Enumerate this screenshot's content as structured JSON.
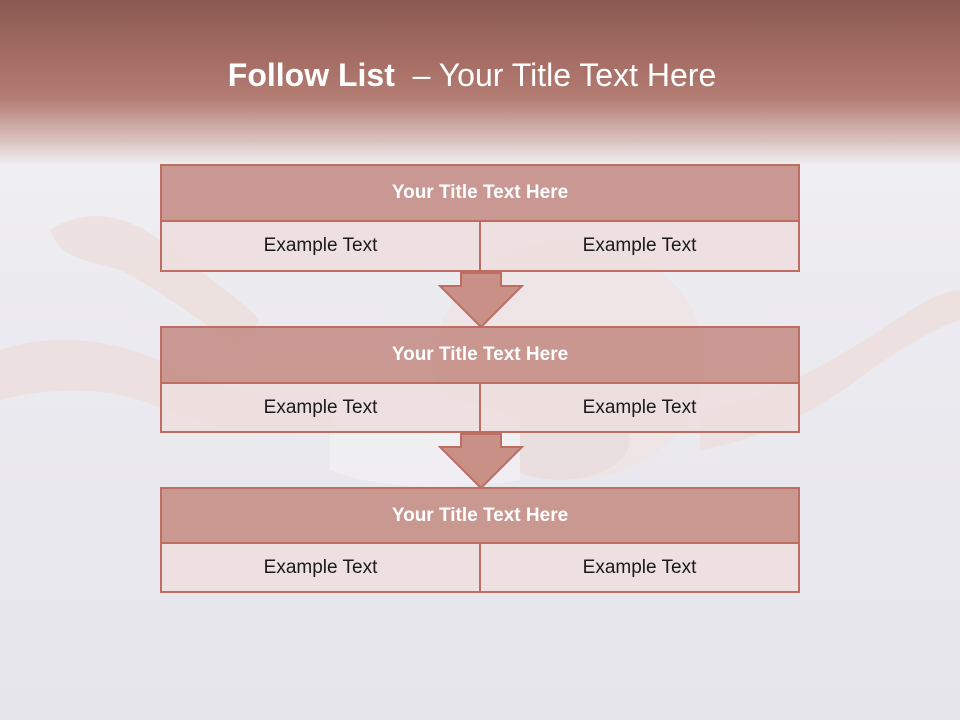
{
  "slide": {
    "title_bold": "Follow List",
    "title_rest": "  – Your Title Text Here",
    "steps": [
      {
        "title": "Your Title Text Here",
        "left": "Example Text",
        "right": "Example Text"
      },
      {
        "title": "Your Title Text Here",
        "left": "Example Text",
        "right": "Example Text"
      },
      {
        "title": "Your Title Text Here",
        "left": "Example Text",
        "right": "Example Text"
      }
    ]
  },
  "colors": {
    "banner": "#a46c63",
    "box_border": "#bd6e63",
    "box_header": "#c48c84",
    "box_body": "#eedede",
    "arrow_fill": "#c99088"
  }
}
